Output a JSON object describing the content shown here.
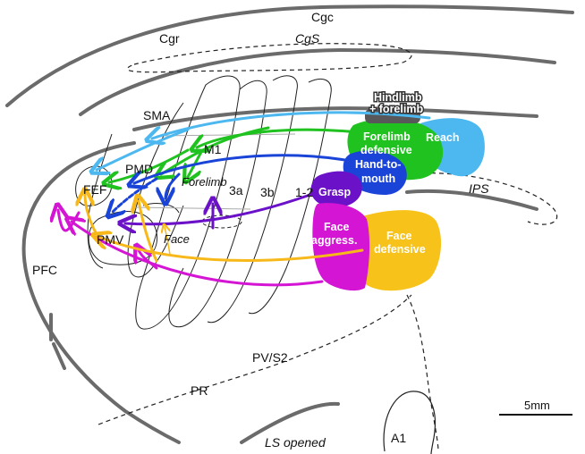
{
  "labels": {
    "cgc": "Cgc",
    "cgr": "Cgr",
    "cgs": "CgS",
    "sma": "SMA",
    "m1": "M1",
    "pmd": "PMD",
    "fef": "FEF",
    "pmv": "PMV",
    "pfc": "PFC",
    "forelimb": "Forelimb",
    "face": "Face",
    "a3a": "3a",
    "a3b": "3b",
    "a12": "1-2",
    "ips": "IPS",
    "pvs2": "PV/S2",
    "pr": "PR",
    "a1": "A1",
    "ls": "LS opened",
    "scale": "5mm"
  },
  "zones": {
    "hindlimb_line1": "Hindlimb",
    "hindlimb_line2": "+ forelimb",
    "reach": "Reach",
    "forelimb_def_line1": "Forelimb",
    "forelimb_def_line2": "defensive",
    "hand_line1": "Hand-to-",
    "hand_line2": "mouth",
    "grasp": "Grasp",
    "face_aggr_line1": "Face",
    "face_aggr_line2": "aggress.",
    "face_def_line1": "Face",
    "face_def_line2": "defensive"
  },
  "colors": {
    "hindlimb": "#58585a",
    "reach": "#4db8f0",
    "forelimb_defensive": "#1fc21f",
    "hand_to_mouth": "#1a44d8",
    "grasp": "#6b12c9",
    "face_aggressive": "#d415d4",
    "face_defensive": "#f7c21a",
    "outline": "#6b6b6b"
  }
}
